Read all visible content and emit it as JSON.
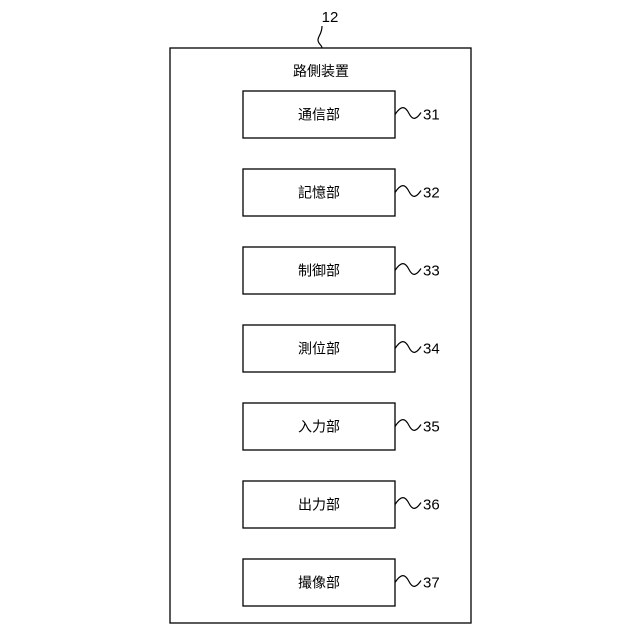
{
  "device": {
    "ref": "12",
    "title": "路側装置"
  },
  "units": [
    {
      "label": "通信部",
      "ref": "31"
    },
    {
      "label": "記憶部",
      "ref": "32"
    },
    {
      "label": "制御部",
      "ref": "33"
    },
    {
      "label": "測位部",
      "ref": "34"
    },
    {
      "label": "入力部",
      "ref": "35"
    },
    {
      "label": "出力部",
      "ref": "36"
    },
    {
      "label": "撮像部",
      "ref": "37"
    }
  ]
}
